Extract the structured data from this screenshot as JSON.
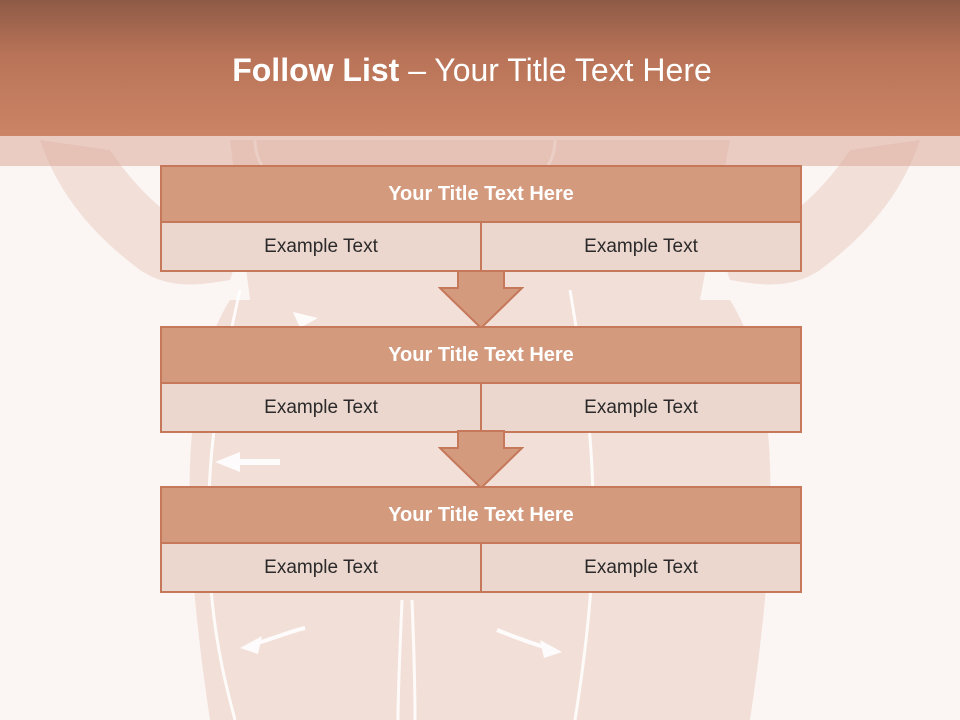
{
  "slide": {
    "title_strong": "Follow List",
    "title_rest": "– Your Title Text Here"
  },
  "blocks": [
    {
      "title": "Your Title Text Here",
      "left_text": "Example Text",
      "right_text": "Example Text"
    },
    {
      "title": "Your Title Text Here",
      "left_text": "Example Text",
      "right_text": "Example Text"
    },
    {
      "title": "Your Title Text Here",
      "left_text": "Example Text",
      "right_text": "Example Text"
    }
  ],
  "colors": {
    "header": "#c47c5e",
    "block_title_fill": "#d49a7e",
    "block_border": "#c5785a",
    "cell_fill": "#ecd7cf",
    "arrow_fill": "#d49a7e"
  },
  "icons": [
    "down-arrow-icon",
    "down-arrow-icon"
  ]
}
